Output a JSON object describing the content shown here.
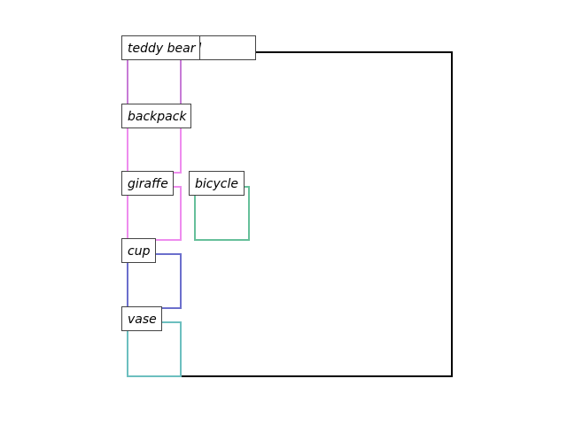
{
  "diagram": {
    "frame_color": "#000000",
    "labels": [
      {
        "key": "background",
        "text": "background"
      },
      {
        "key": "teddy-bear",
        "text": "teddy bear",
        "color": "#c77bd6"
      },
      {
        "key": "backpack",
        "text": "backpack",
        "color": "#ee8cee"
      },
      {
        "key": "giraffe",
        "text": "giraffe",
        "color": "#ee8cee"
      },
      {
        "key": "bicycle",
        "text": "bicycle",
        "color": "#66bf9a"
      },
      {
        "key": "cup",
        "text": "cup",
        "color": "#6b6fcc"
      },
      {
        "key": "vase",
        "text": "vase",
        "color": "#6cbfbf"
      }
    ]
  }
}
